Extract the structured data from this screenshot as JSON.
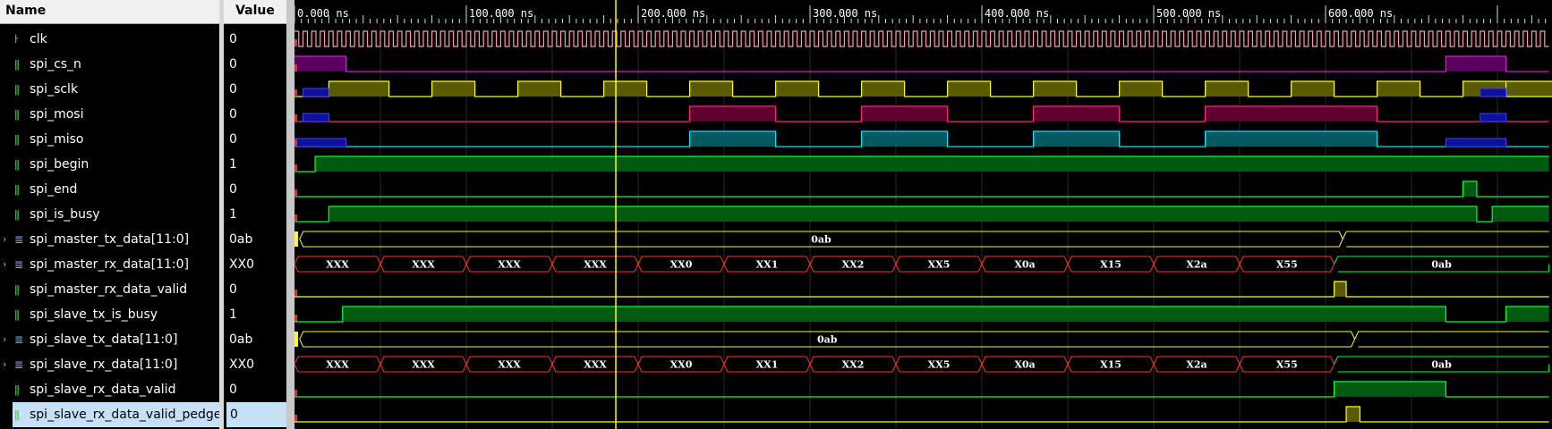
{
  "columns": {
    "name": "Name",
    "value": "Value"
  },
  "time_ticks": [
    "0.000 ns",
    "100.000 ns",
    "200.000 ns",
    "300.000 ns",
    "400.000 ns",
    "500.000 ns",
    "600.000 ns"
  ],
  "colors": {
    "clk": "#ff9aac",
    "cs": "#d020d0",
    "sclk": "#ffff00",
    "mosi": "#ff2080",
    "miso": "#00e5ff",
    "green": "#00ff40",
    "bus": "#ffff00",
    "rxbus": "#ff3030",
    "cursor": "#ffff00",
    "grid": "#2a2a2a"
  },
  "signals": [
    {
      "name": "clk",
      "value": "0",
      "icon": "bit-icon"
    },
    {
      "name": "spi_cs_n",
      "value": "0",
      "icon": "bit-icon"
    },
    {
      "name": "spi_sclk",
      "value": "0",
      "icon": "bit-icon"
    },
    {
      "name": "spi_mosi",
      "value": "0",
      "icon": "bit-icon"
    },
    {
      "name": "spi_miso",
      "value": "0",
      "icon": "bit-icon"
    },
    {
      "name": "spi_begin",
      "value": "1",
      "icon": "bit-icon"
    },
    {
      "name": "spi_end",
      "value": "0",
      "icon": "bit-icon"
    },
    {
      "name": "spi_is_busy",
      "value": "1",
      "icon": "bit-icon"
    },
    {
      "name": "spi_master_tx_data[11:0]",
      "value": "0ab",
      "icon": "bus-icon"
    },
    {
      "name": "spi_master_rx_data[11:0]",
      "value": "XX0",
      "icon": "bus-icon"
    },
    {
      "name": "spi_master_rx_data_valid",
      "value": "0",
      "icon": "bit-icon"
    },
    {
      "name": "spi_slave_tx_is_busy",
      "value": "1",
      "icon": "bit-icon"
    },
    {
      "name": "spi_slave_tx_data[11:0]",
      "value": "0ab",
      "icon": "bus-icon"
    },
    {
      "name": "spi_slave_rx_data[11:0]",
      "value": "XX0",
      "icon": "bus-icon"
    },
    {
      "name": "spi_slave_rx_data_valid",
      "value": "0",
      "icon": "bit-icon"
    },
    {
      "name": "spi_slave_rx_data_valid_pedge",
      "value": "0",
      "icon": "bit-icon"
    }
  ],
  "bus_labels": {
    "master_tx": [
      "0ab"
    ],
    "master_rx": [
      "XXX",
      "XXX",
      "XXX",
      "XXX",
      "XX0",
      "XX1",
      "XX2",
      "XX5",
      "X0a",
      "X15",
      "X2a",
      "X55",
      "0ab"
    ],
    "slave_tx": [
      "0ab"
    ],
    "slave_rx": [
      "XXX",
      "XXX",
      "XXX",
      "XXX",
      "XX0",
      "XX1",
      "XX2",
      "XX5",
      "X0a",
      "X15",
      "X2a",
      "X55",
      "0ab"
    ]
  }
}
